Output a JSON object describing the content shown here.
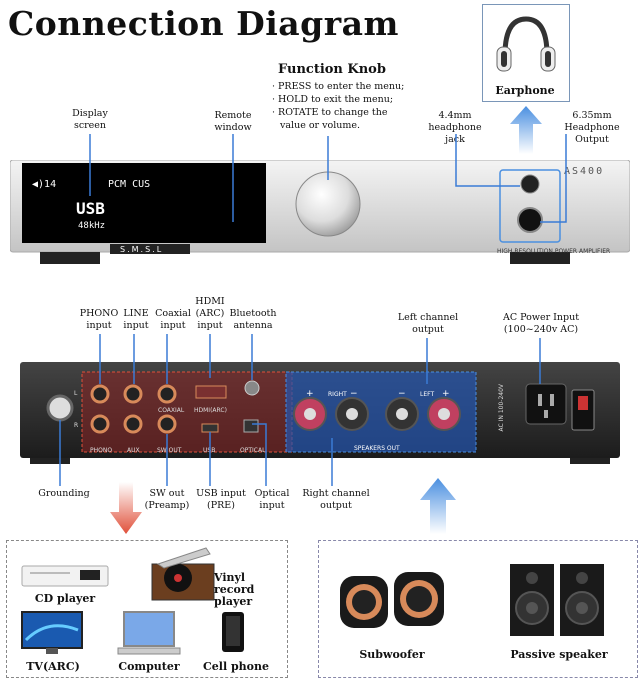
{
  "title": "Connection Diagram",
  "knob": {
    "title": "Function Knob",
    "lines": [
      "· PRESS to enter the menu;",
      "· HOLD to exit the menu;",
      "· ROTATE to change the",
      "  value or volume."
    ]
  },
  "earphone": "Earphone",
  "front_labels": {
    "display": [
      "Display",
      "screen"
    ],
    "remote": [
      "Remote",
      "window"
    ],
    "jack44": [
      "4.4mm",
      "headphone jack"
    ],
    "jack635": [
      "6.35mm",
      "Headphone Output"
    ]
  },
  "screen": {
    "volume": "14",
    "mode": "PCM CUS",
    "input": "USB",
    "rate": "48kHz"
  },
  "device": {
    "brand": "S.M.S.L",
    "model": "AS400",
    "subtitle": "HIGH RESOLUTION POWER AMPLIFIER"
  },
  "back_labels": {
    "phono": [
      "PHONO",
      "input"
    ],
    "line": [
      "LINE",
      "input"
    ],
    "coaxial": [
      "Coaxial",
      "input"
    ],
    "hdmi": [
      "HDMI",
      "(ARC)",
      "input"
    ],
    "bt": [
      "Bluetooth",
      "antenna"
    ],
    "left_ch": [
      "Left channel",
      "output"
    ],
    "ac": [
      "AC Power Input",
      "(100~240v AC)"
    ],
    "grounding": "Grounding",
    "swout": [
      "SW out",
      "(Preamp)"
    ],
    "usb": [
      "USB input",
      "(PRE)"
    ],
    "optical": [
      "Optical",
      "input"
    ],
    "right_ch": [
      "Right channel",
      "output"
    ]
  },
  "panel_text": {
    "phono": "PHONO",
    "aux": "AUX",
    "swout": "SW OUT",
    "coaxial": "COAXIAL",
    "hdmi": "HDMI(ARC)",
    "usb": "USB",
    "optical": "OPTICAL",
    "right": "RIGHT",
    "left": "LEFT",
    "plus": "+",
    "minus": "−",
    "speakers": "SPEAKERS OUT",
    "ac": "AC IN 100-240V",
    "l": "L",
    "r": "R"
  },
  "sources": [
    "CD player",
    "Vinyl record player",
    "TV(ARC)",
    "Computer",
    "Cell phone"
  ],
  "outputs": [
    "Subwoofer",
    "Passive speaker"
  ],
  "colors": {
    "accent_blue": "#4a8fe0",
    "accent_red": "#e0503a",
    "port_orange": "#d88a5a"
  }
}
